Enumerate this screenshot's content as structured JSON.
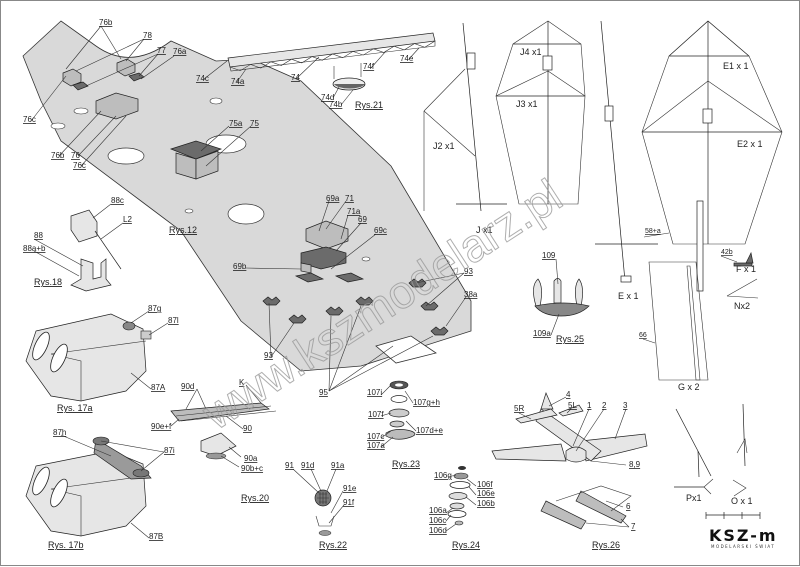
{
  "sheet": {
    "watermark": "www.kszmodelarz.pl",
    "logo": {
      "title": "KSZ-m",
      "subtitle": "MODELARSKI ŚWIAT"
    }
  },
  "figures": {
    "rys12": {
      "caption": "Rys.12",
      "labels": [
        "76b",
        "78",
        "77",
        "76a",
        "76c",
        "76b",
        "76",
        "76c",
        "75a",
        "75",
        "69a",
        "71",
        "71a",
        "69",
        "69c",
        "69b",
        "93",
        "93",
        "38a",
        "95"
      ]
    },
    "rys21": {
      "caption": "Rys.21",
      "labels": [
        "74c",
        "74a",
        "74",
        "74f",
        "74e",
        "74d",
        "74b"
      ]
    },
    "rys18": {
      "caption": "Rys.18",
      "labels": [
        "88c",
        "L2",
        "88",
        "88a+b"
      ]
    },
    "rys17a": {
      "caption": "Rys. 17a",
      "labels": [
        "87g",
        "87l",
        "87A"
      ]
    },
    "rys17b": {
      "caption": "Rys. 17b",
      "labels": [
        "87h",
        "87i",
        "87B"
      ]
    },
    "rys20": {
      "caption": "Rys.20",
      "labels": [
        "90d",
        "K",
        "90e+f",
        "90",
        "90a",
        "90b+c"
      ]
    },
    "rys22": {
      "caption": "Rys.22",
      "labels": [
        "91",
        "91d",
        "91a",
        "91e",
        "91f"
      ]
    },
    "rys23": {
      "caption": "Rys.23",
      "labels": [
        "107i",
        "107g+h",
        "107f",
        "107d+e",
        "107c",
        "107a"
      ]
    },
    "rys24": {
      "caption": "Rys.24",
      "labels": [
        "106g",
        "106f",
        "106e",
        "106b",
        "106a",
        "106c",
        "106d"
      ]
    },
    "rys25": {
      "caption": "Rys.25",
      "labels": [
        "109",
        "109a"
      ]
    },
    "rys26": {
      "caption": "Rys.26",
      "labels": [
        "4",
        "5R",
        "5L",
        "1",
        "2",
        "3",
        "8,9",
        "6",
        "7"
      ]
    }
  },
  "masts": {
    "j2": "J2 x1",
    "j": "J x1",
    "j4": "J4 x1",
    "j3": "J3 x1",
    "e": "E x 1",
    "e1": "E1 x 1",
    "e2": "E2 x 1",
    "f": "F x 1",
    "n": "Nx2",
    "g": "G x 2",
    "p": "Px1",
    "o": "O x 1",
    "l58": "58+a",
    "l42b": "42b",
    "l66": "66"
  }
}
